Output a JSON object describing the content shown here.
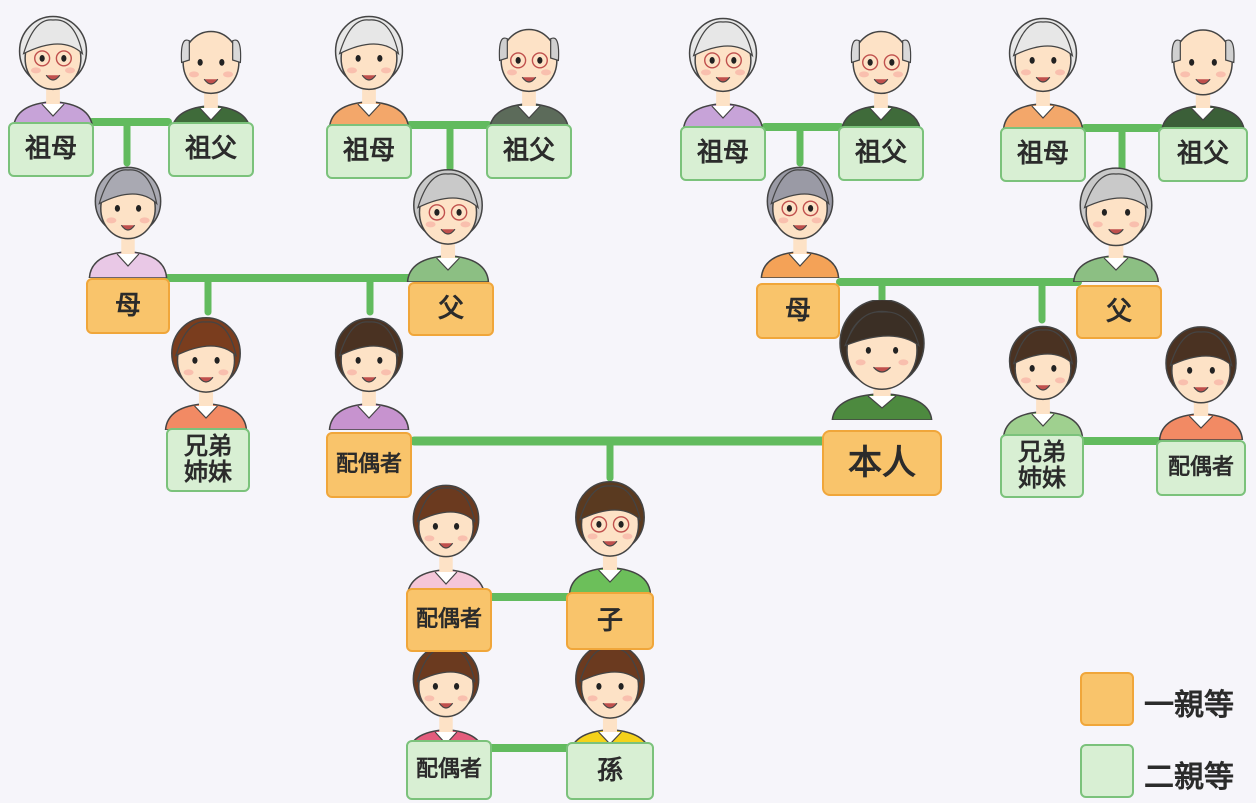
{
  "colors": {
    "first_degree": "#f9c46b",
    "second_degree": "#d8efd3",
    "connector": "#62bb5e"
  },
  "spouse_side": {
    "mother_side": {
      "grandmother": {
        "label": "祖母",
        "degree": "二親等"
      },
      "grandfather": {
        "label": "祖父",
        "degree": "二親等"
      }
    },
    "father_side": {
      "grandmother": {
        "label": "祖母",
        "degree": "二親等"
      },
      "grandfather": {
        "label": "祖父",
        "degree": "二親等"
      }
    },
    "mother": {
      "label": "母",
      "degree": "一親等"
    },
    "father": {
      "label": "父",
      "degree": "一親等"
    },
    "sibling": {
      "label_line1": "兄弟",
      "label_line2": "姉妹",
      "degree": "二親等"
    }
  },
  "self_side": {
    "mother_side": {
      "grandmother": {
        "label": "祖母",
        "degree": "二親等"
      },
      "grandfather": {
        "label": "祖父",
        "degree": "二親等"
      }
    },
    "father_side": {
      "grandmother": {
        "label": "祖母",
        "degree": "二親等"
      },
      "grandfather": {
        "label": "祖父",
        "degree": "二親等"
      }
    },
    "mother": {
      "label": "母",
      "degree": "一親等"
    },
    "father": {
      "label": "父",
      "degree": "一親等"
    },
    "sibling": {
      "label_line1": "兄弟",
      "label_line2": "姉妹",
      "degree": "二親等"
    },
    "sibling_spouse": {
      "label": "配偶者",
      "degree": "二親等"
    }
  },
  "spouse": {
    "label": "配偶者",
    "degree": "一親等"
  },
  "self": {
    "label": "本人"
  },
  "child": {
    "label": "子",
    "degree": "一親等"
  },
  "child_spouse": {
    "label": "配偶者",
    "degree": "一親等"
  },
  "grandchild": {
    "label": "孫",
    "degree": "二親等"
  },
  "grandchild_spouse": {
    "label": "配偶者",
    "degree": "二親等"
  },
  "legend": [
    {
      "label": "一親等",
      "color": "#f9c46b"
    },
    {
      "label": "二親等",
      "color": "#d8efd3"
    }
  ]
}
